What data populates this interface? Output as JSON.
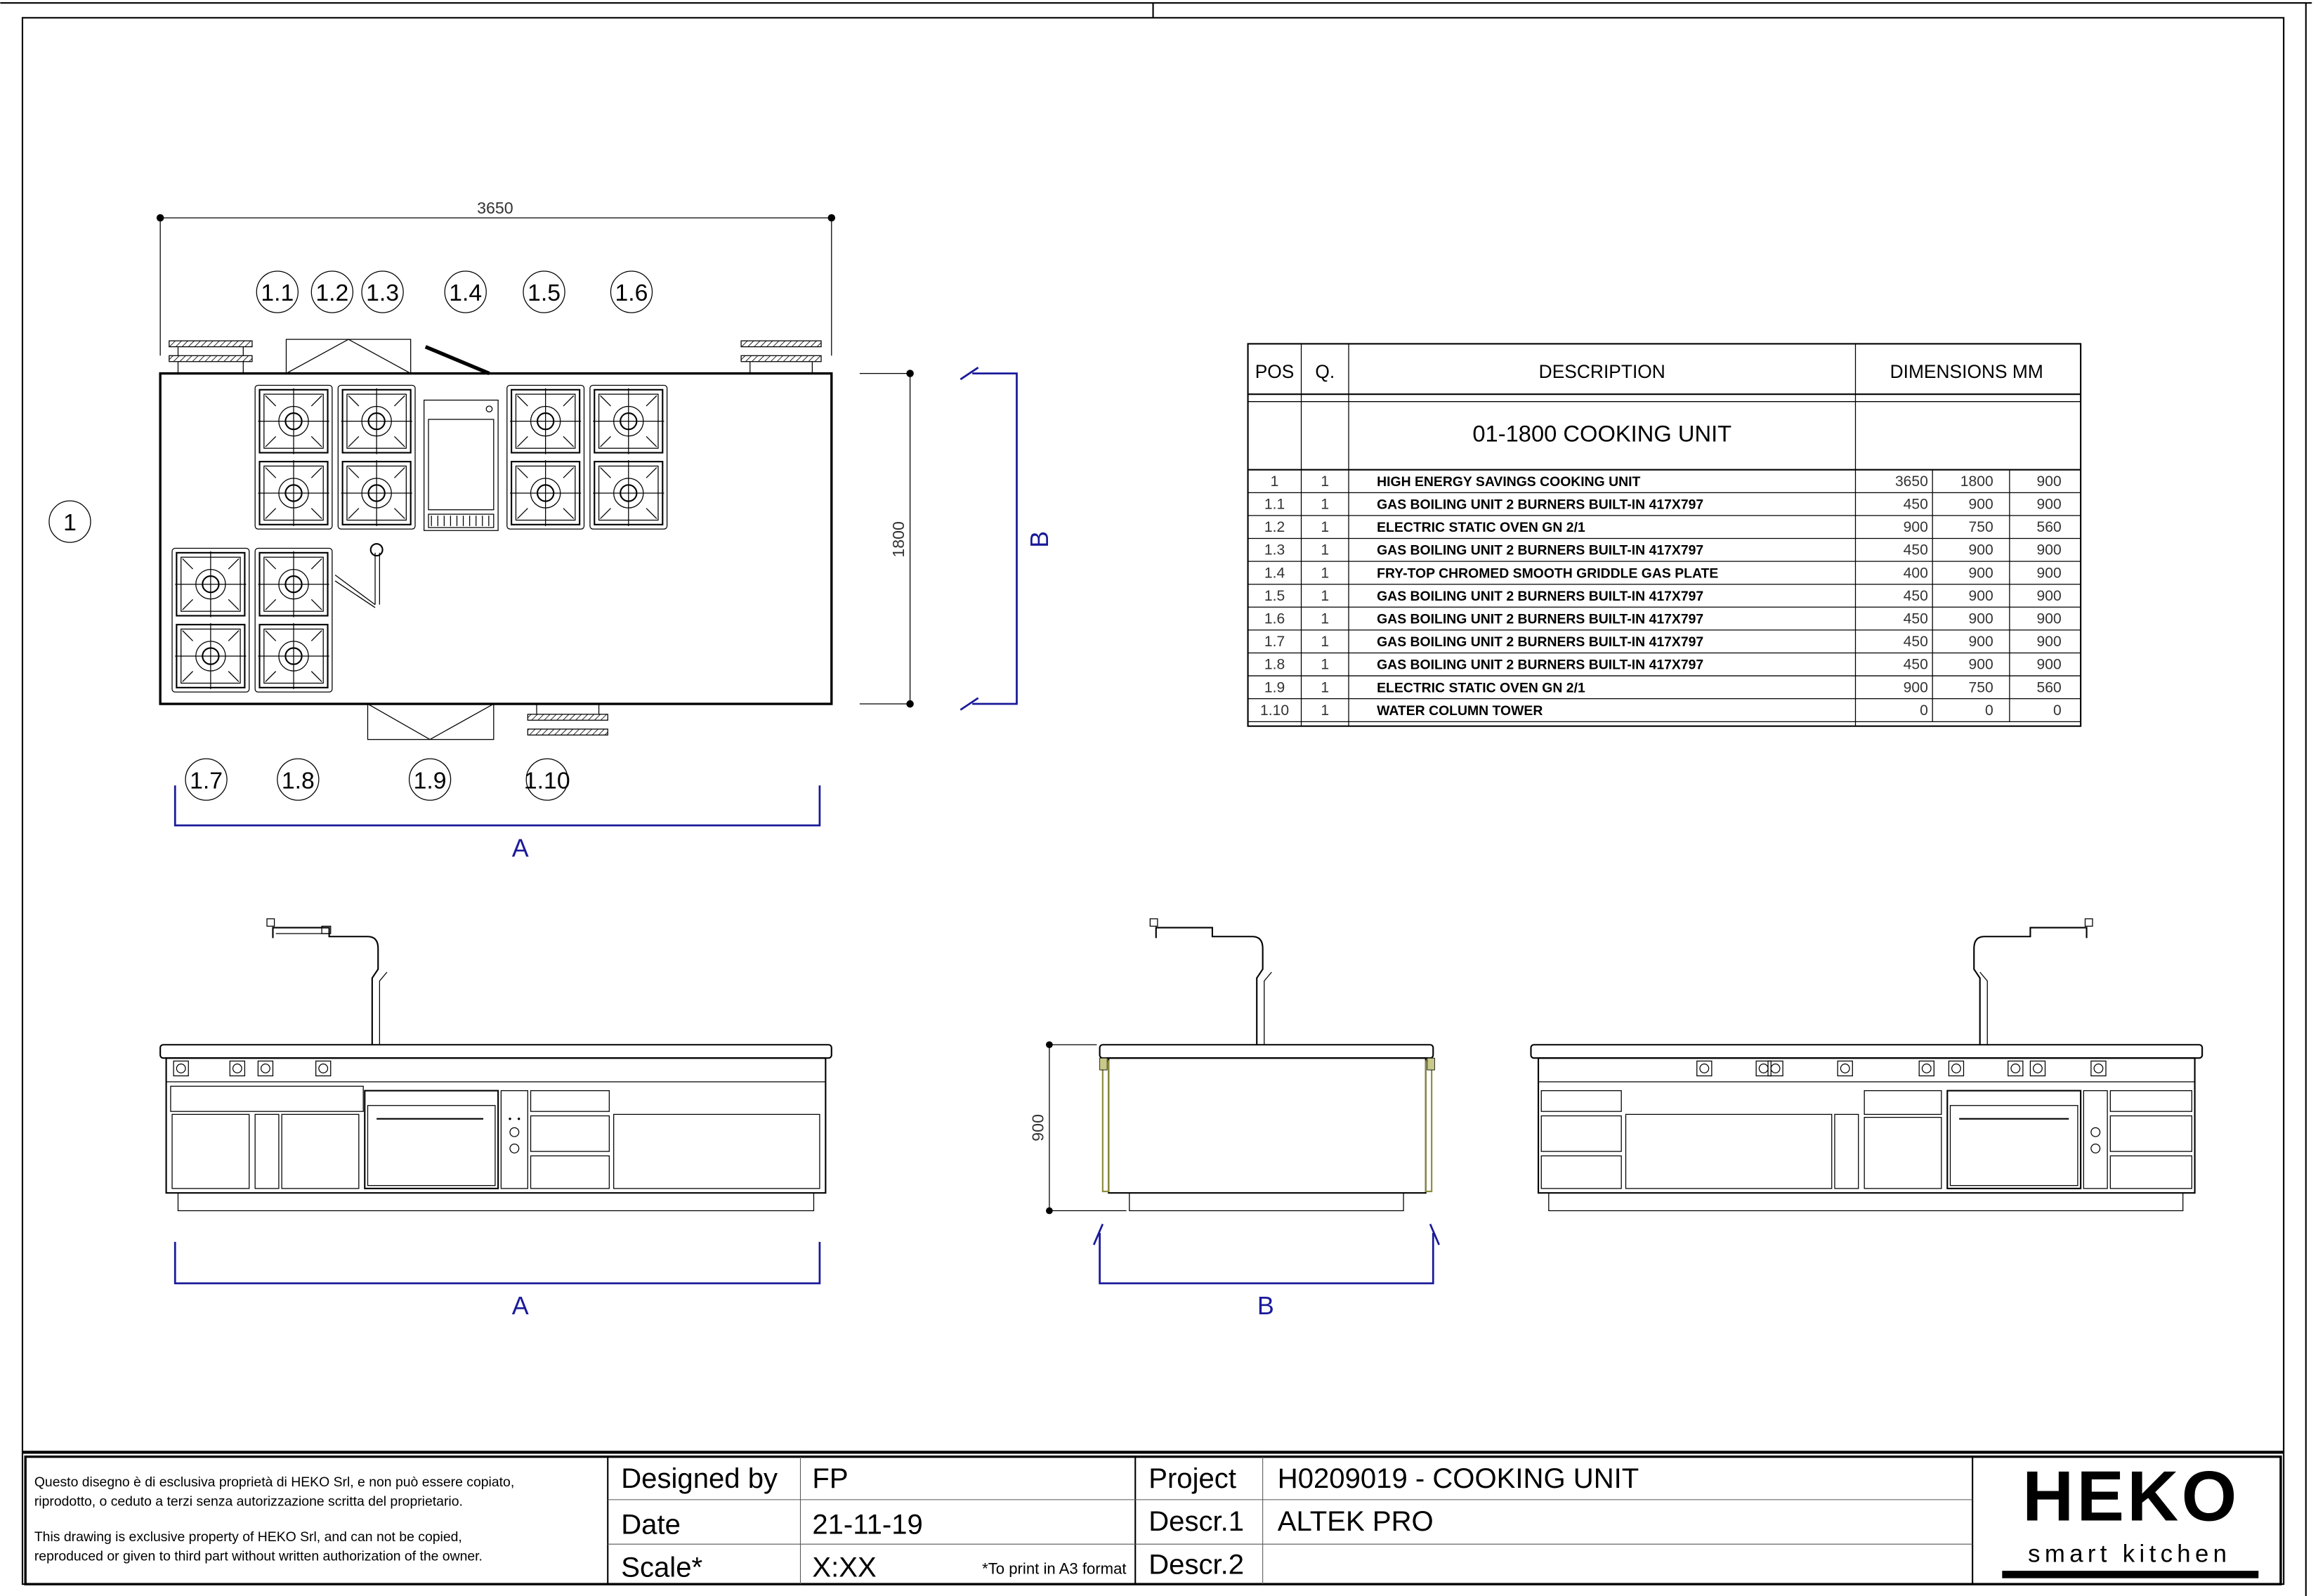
{
  "plan": {
    "overall_width": "3650",
    "depth": "1800",
    "unit_callout": "1",
    "callouts_top": [
      "1.1",
      "1.2",
      "1.3",
      "1.4",
      "1.5",
      "1.6"
    ],
    "callouts_bottom": [
      "1.7",
      "1.8",
      "1.9",
      "1.10"
    ],
    "section_a": "A",
    "section_b": "B"
  },
  "elevations": {
    "front_label": "A",
    "side_label": "B",
    "height_dim": "900"
  },
  "table": {
    "headers": {
      "pos": "POS",
      "qty": "Q.",
      "description": "DESCRIPTION",
      "dimensions": "DIMENSIONS MM"
    },
    "group_title": "01-1800 COOKING UNIT",
    "rows": [
      {
        "pos": "1",
        "qty": "1",
        "description": "HIGH ENERGY SAVINGS COOKING UNIT",
        "w": "3650",
        "d": "1800",
        "h": "900"
      },
      {
        "pos": "1.1",
        "qty": "1",
        "description": "GAS BOILING UNIT 2 BURNERS BUILT-IN 417X797",
        "w": "450",
        "d": "900",
        "h": "900"
      },
      {
        "pos": "1.2",
        "qty": "1",
        "description": "ELECTRIC STATIC OVEN GN 2/1",
        "w": "900",
        "d": "750",
        "h": "560"
      },
      {
        "pos": "1.3",
        "qty": "1",
        "description": "GAS BOILING UNIT 2 BURNERS BUILT-IN 417X797",
        "w": "450",
        "d": "900",
        "h": "900"
      },
      {
        "pos": "1.4",
        "qty": "1",
        "description": "FRY-TOP CHROMED SMOOTH GRIDDLE GAS PLATE",
        "w": "400",
        "d": "900",
        "h": "900"
      },
      {
        "pos": "1.5",
        "qty": "1",
        "description": "GAS BOILING UNIT 2 BURNERS BUILT-IN 417X797",
        "w": "450",
        "d": "900",
        "h": "900"
      },
      {
        "pos": "1.6",
        "qty": "1",
        "description": "GAS BOILING UNIT 2 BURNERS BUILT-IN 417X797",
        "w": "450",
        "d": "900",
        "h": "900"
      },
      {
        "pos": "1.7",
        "qty": "1",
        "description": "GAS BOILING UNIT 2 BURNERS BUILT-IN 417X797",
        "w": "450",
        "d": "900",
        "h": "900"
      },
      {
        "pos": "1.8",
        "qty": "1",
        "description": "GAS BOILING UNIT 2 BURNERS BUILT-IN 417X797",
        "w": "450",
        "d": "900",
        "h": "900"
      },
      {
        "pos": "1.9",
        "qty": "1",
        "description": "ELECTRIC STATIC OVEN GN 2/1",
        "w": "900",
        "d": "750",
        "h": "560"
      },
      {
        "pos": "1.10",
        "qty": "1",
        "description": "WATER COLUMN TOWER",
        "w": "0",
        "d": "0",
        "h": "0"
      }
    ]
  },
  "title_block": {
    "legal_it_1": "Questo disegno è di esclusiva proprietà di HEKO Srl, e non può essere copiato,",
    "legal_it_2": "riprodotto, o ceduto a terzi senza autorizzazione scritta del proprietario.",
    "legal_en_1": "This drawing is exclusive property of HEKO Srl, and can not be copied,",
    "legal_en_2": "reproduced  or given to third part without written authorization of the owner.",
    "designed_by_label": "Designed by",
    "designed_by": "FP",
    "date_label": "Date",
    "date": "21-11-19",
    "scale_label": "Scale*",
    "scale": "X:XX",
    "print_note": "*To print in A3 format",
    "project_label": "Project",
    "project": "H0209019 - COOKING UNIT",
    "descr1_label": "Descr.1",
    "descr1": "ALTEK PRO",
    "descr2_label": "Descr.2",
    "descr2": "",
    "logo_main": "HEKO",
    "logo_sub": "smart kitchen"
  },
  "colors": {
    "section_marker": "#1a1a9a",
    "side_panel": "#8a8a3a"
  }
}
